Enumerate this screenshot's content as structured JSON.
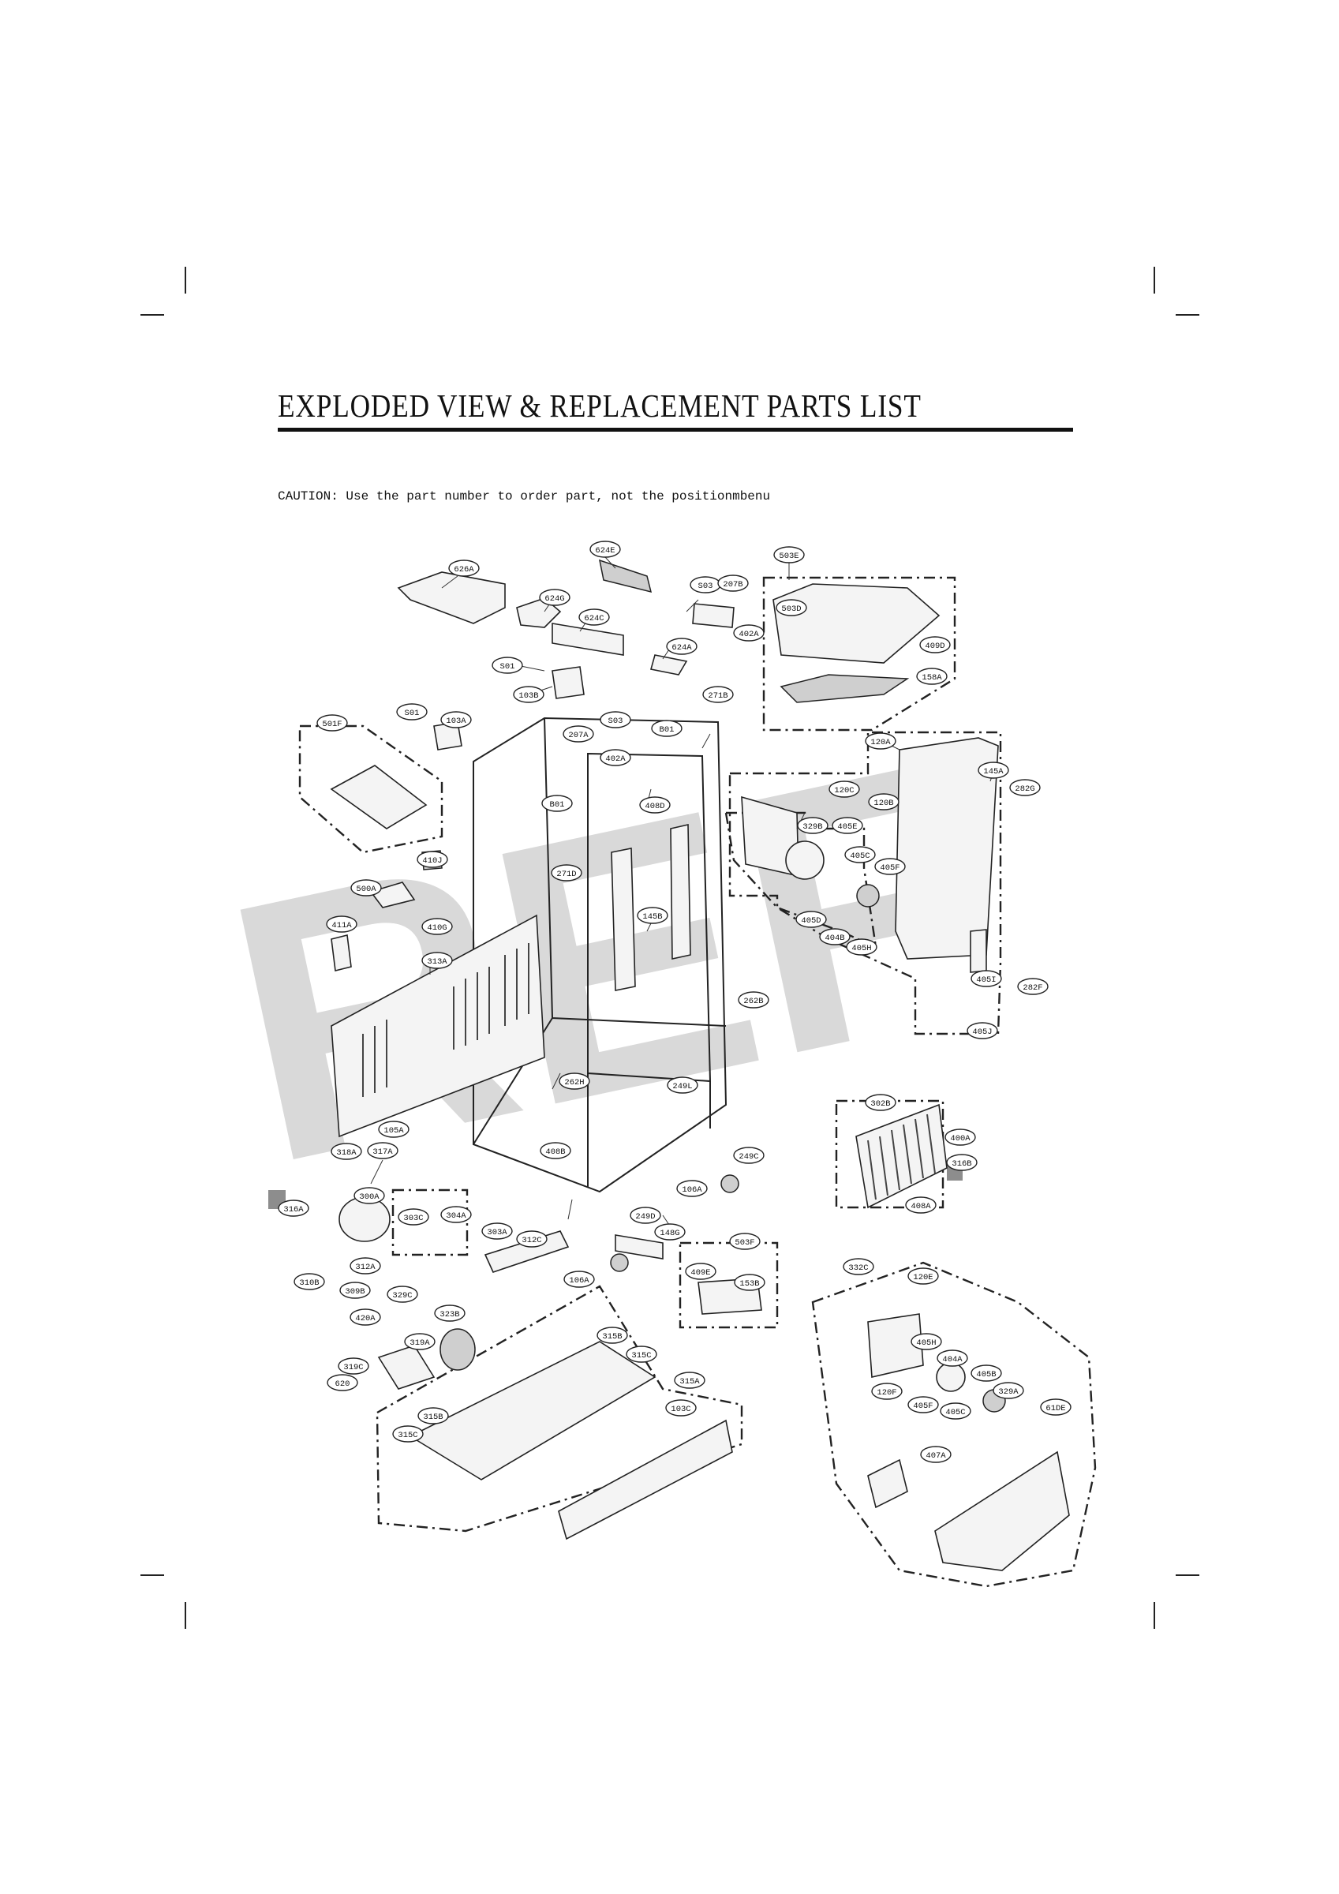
{
  "page": {
    "title": "EXPLODED VIEW & REPLACEMENT PARTS LIST",
    "caution": "CAUTION: Use the part number to order part, not the positionmbenu"
  },
  "watermark": "REF",
  "callouts": [
    "626A",
    "624E",
    "503E",
    "624G",
    "S03",
    "207B",
    "624C",
    "402A",
    "503D",
    "409D",
    "624A",
    "S01",
    "158A",
    "103B",
    "S01",
    "501F",
    "103A",
    "S03",
    "271B",
    "207A",
    "B01",
    "402A",
    "120A",
    "145A",
    "282G",
    "B01",
    "408D",
    "120C",
    "120B",
    "329B",
    "405E",
    "271D",
    "410J",
    "405C",
    "405F",
    "500A",
    "145B",
    "405D",
    "411A",
    "410G",
    "404B",
    "405H",
    "313A",
    "405I",
    "282F",
    "262B",
    "405J",
    "262H",
    "249L",
    "302B",
    "105A",
    "318A",
    "317A",
    "408B",
    "249C",
    "400A",
    "316B",
    "300A",
    "106A",
    "408A",
    "316A",
    "303C",
    "304A",
    "303A",
    "312C",
    "249D",
    "148G",
    "503F",
    "312A",
    "332C",
    "310B",
    "106A",
    "409E",
    "153B",
    "120E",
    "309B",
    "329C",
    "323B",
    "420A",
    "405H",
    "319A",
    "315B",
    "404A",
    "315C",
    "319C",
    "405B",
    "620",
    "315A",
    "120F",
    "329A",
    "405F",
    "405C",
    "61DE",
    "315B",
    "103C",
    "315C",
    "407A"
  ],
  "colors": {
    "ink": "#111111",
    "watermark": "#d9d9d9",
    "marker": "#8d8d8d"
  }
}
